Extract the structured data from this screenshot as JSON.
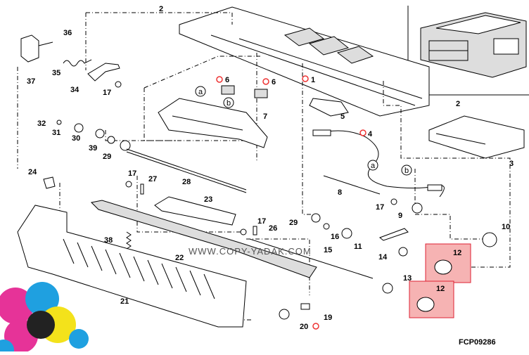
{
  "diagram": {
    "code": "FCP09286",
    "watermark": "WWW.COPY-YADAK.COM",
    "callouts": [
      "1",
      "2",
      "2",
      "3",
      "4",
      "5",
      "6",
      "6",
      "7",
      "8",
      "9",
      "10",
      "11",
      "12",
      "12",
      "13",
      "14",
      "15",
      "16",
      "17",
      "17",
      "17",
      "17",
      "19",
      "20",
      "21",
      "22",
      "23",
      "24",
      "26",
      "27",
      "28",
      "29",
      "29",
      "30",
      "31",
      "32",
      "34",
      "35",
      "36",
      "37",
      "38",
      "39"
    ],
    "circle_labels": [
      "a",
      "a",
      "b",
      "b"
    ],
    "highlight_color": "#f6b3b3"
  }
}
